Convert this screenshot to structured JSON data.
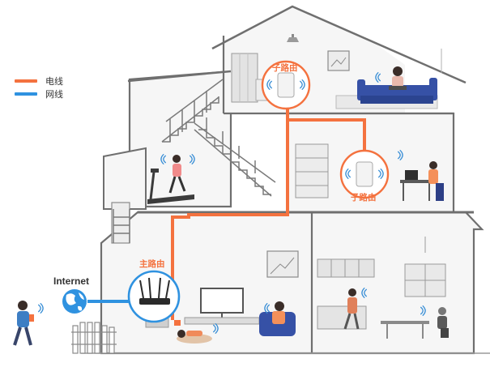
{
  "legend": [
    {
      "label": "电线",
      "color": "#f4723f"
    },
    {
      "label": "网线",
      "color": "#2f92e0"
    }
  ],
  "labels": {
    "internet": "Internet",
    "main_router": "主路由",
    "sub_router_top": "子路由",
    "sub_router_mid": "子路由"
  },
  "colors": {
    "power_line": "#f4723f",
    "network_line": "#2f92e0",
    "house_outline": "#6f6f6f",
    "house_fill": "#f5f5f5",
    "router_label": "#f4723f"
  },
  "icons": [
    "wifi-icon",
    "globe-icon",
    "router-icon",
    "sofa-icon",
    "treadmill-icon",
    "tv-icon",
    "stairs-icon",
    "fence-icon"
  ]
}
